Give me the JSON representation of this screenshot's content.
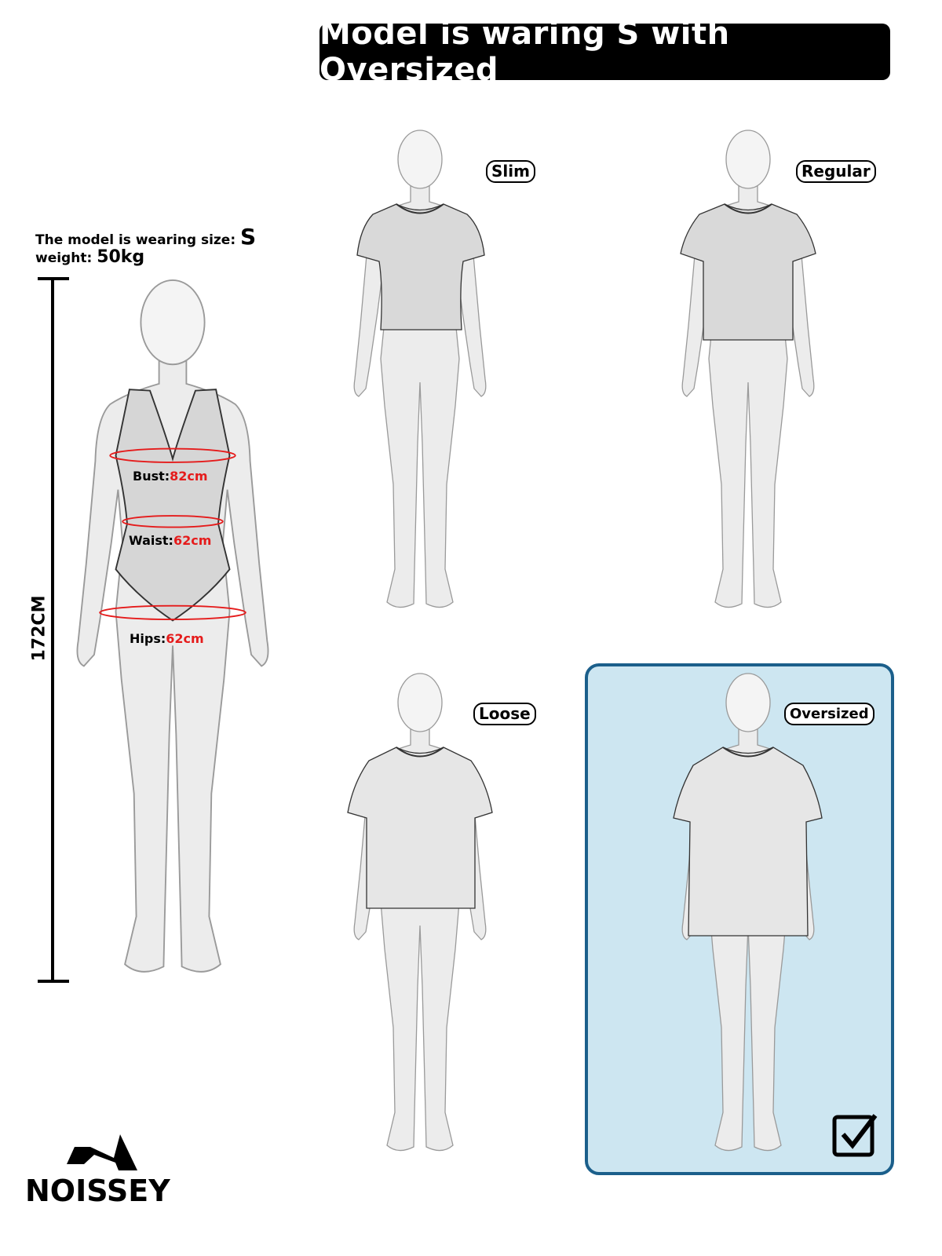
{
  "header": {
    "title": "Model is waring S with Oversized"
  },
  "model": {
    "size_label": "The model is wearing size:",
    "size_value": "S",
    "weight_label": "weight:",
    "weight_value": "50kg",
    "height": "172CM",
    "measurements": [
      {
        "label": "Bust:",
        "value": "82cm"
      },
      {
        "label": "Waist:",
        "value": "62cm"
      },
      {
        "label": "Hips:",
        "value": "62cm"
      }
    ]
  },
  "fits": [
    {
      "label": "Slim",
      "selected": false
    },
    {
      "label": "Regular",
      "selected": false
    },
    {
      "label": "Loose",
      "selected": false
    },
    {
      "label": "Oversized",
      "selected": true
    }
  ],
  "brand": {
    "name": "NOISSEY"
  },
  "colors": {
    "measure": "#e51b1b",
    "selected_bg": "#cde6f1",
    "selected_border": "#1b5f8b"
  }
}
